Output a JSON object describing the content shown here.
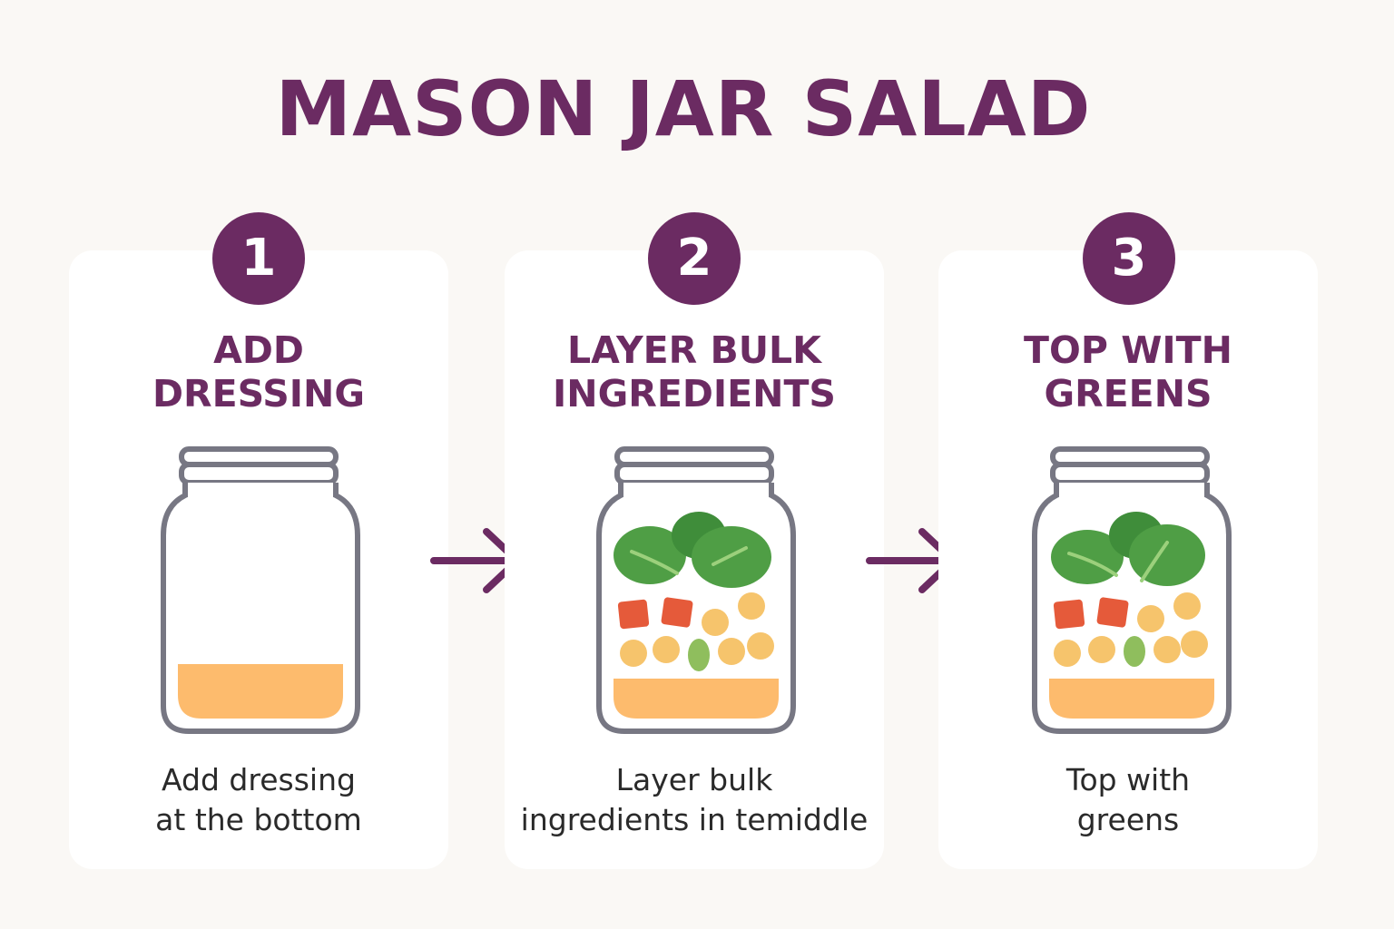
{
  "title": "MASON JAR SALAD",
  "steps": [
    {
      "number": "1",
      "title_lines": [
        "ADD",
        "DRESSING"
      ],
      "description_lines": [
        "Add dressing",
        "at the bottom"
      ]
    },
    {
      "number": "2",
      "title_lines": [
        "LAYER BULK",
        "INGREDIENTS"
      ],
      "description_lines": [
        "Layer bulk",
        "ingredients in temiddle"
      ]
    },
    {
      "number": "3",
      "title_lines": [
        "TOP WITH",
        "GREENS"
      ],
      "description_lines": [
        "Top with",
        "greens"
      ]
    }
  ],
  "colors": {
    "accent": "#6b2b62",
    "jar_outline": "#777783",
    "dressing": "#fdbb6d",
    "greens": "#4f9e45",
    "tomato": "#e55a3a",
    "chickpea": "#f6c46c",
    "card": "#ffffff",
    "background": "#faf8f5"
  },
  "icons": [
    "mason-jar-icon",
    "arrow-right-icon",
    "spinach-leaf-icon",
    "tomato-cube-icon",
    "chickpea-icon",
    "cucumber-icon"
  ]
}
